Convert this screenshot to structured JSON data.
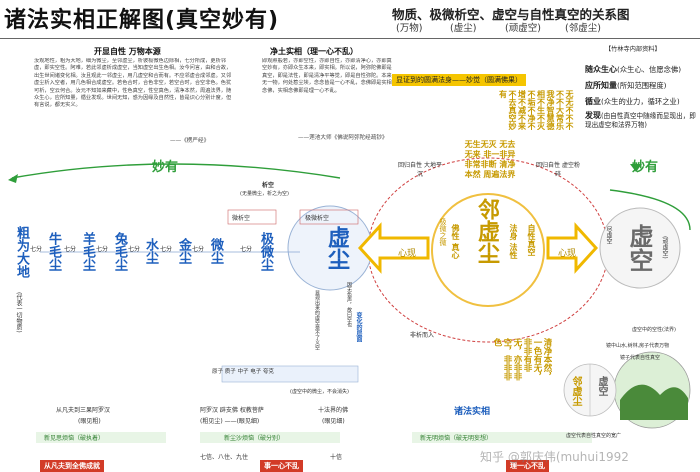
{
  "header": {
    "title": "诸法实相正解图(真空妙有)",
    "subtitle": "物质、极微析空、虚空与自性真空的关系图",
    "sub_labels": [
      "(万物)",
      "(虚尘)",
      "(顽虚空)",
      "(邻虚尘)"
    ]
  },
  "left_panel": {
    "title": "开显自性  万物本源",
    "body": "汝观地性，粗为大地，细为微尘，至邻虚尘，析彼极微色边际相，七分所成，更析邻虚，即实空性。阿难，若此邻虚析成虚空，当知虚空出生色相。汝今问言，由和合故，出生世间诸变化相。汝且观此一邻虚尘，用几虚空和合而有。不应邻虚合成邻虚。又邻虚尘析入空者，用几色相合成虚空。若色合时，合色非空，若空合时，合空非色。色犹可析，空云何合。汝元不知如来藏中，性色真空，性空真色，清净本然，周遍法界，随众生心，应所知量，循业发现。世间无知，惑为因缘及自然性，皆是识心分别计度，但有言说，都无实义。",
    "source": "——《楞严经》"
  },
  "middle_panel": {
    "title": "净土实相（理一心不乱）",
    "body": "即观照般若，亦即空性，亦即自性，亦即清净心，亦即真空妙有，亦即众生本来，即实相。所以说，阿弥陀佛即是真空，即是法性，即是清净平等觉，即是自性弥陀。本来无一物，何处惹尘埃，念念皆是一心不乱，念佛即是实相念佛，实相念佛即是理一心不乱。",
    "source": "——莲池大师《佛说阿弥陀经疏钞》"
  },
  "banner": "【竹林寺内部资料】",
  "glossary": [
    {
      "term": "随众生心",
      "gloss": "(众生心、信愿念佛)"
    },
    {
      "term": "应所知量",
      "gloss": "(所知范围程度)"
    },
    {
      "term": "循业",
      "gloss": "(众生的业力，循环之业)"
    },
    {
      "term": "发现",
      "gloss": "(由自性真空中随缘而显现出，即现出虚空和法界万物)"
    }
  ],
  "center": {
    "top_caption": "显证到的圆满法身——妙觉（圆满佛果）",
    "columns_text": "无无不不不不不大常乐我净智慧德相不生不灭不垢不净不增不减不来不去真空妙有",
    "big_label": "邻虚尘",
    "inner_left": "佛性 真心",
    "inner_top": "极微之微",
    "inner_right": "法身 法性",
    "inner_far_right": "自性真空",
    "lower_block": "无生无灭 无去无来 非一非异 非常非断 清净本然 周遍法界",
    "lower_block_2": "清净本然，一色有无，非非有非无，亦非非空，非非非色"
  },
  "left_chain": {
    "vertical_left": "粗为大地",
    "vertical_left_note": "(代表一切物质)",
    "items": [
      "牛毛尘",
      "羊毛尘",
      "兔毛尘",
      "水尘",
      "金尘",
      "微尘",
      "极微尘"
    ],
    "divider_label": "七分",
    "dust_big": "虚尘",
    "dust_note": "因无色声，故曰空也",
    "mo_you": "妙有",
    "xi_kong_top": "析空",
    "xi_kong_note": "(无量微尘，析之为空)",
    "wei_xi_kong": "微析空",
    "ji_wei_xi_kong": "极微析空",
    "xu_kong_note": "显现出来的虚空是不了义空",
    "bottom_left": "从凡夫到三果阿罗汉",
    "bottom_left_2": "(眼见粗)",
    "xin_jian": "新见思烦恼（破执着）",
    "bottom_red": "从凡夫到全佛成就",
    "mid_caption": "阿罗汉  辟支佛  权教菩萨",
    "mid_caption_2": "(粗见尘) ——(眼见细)",
    "shi_fa": "十法界的佛",
    "shi_fa_2": "(眼见细)",
    "chen_sha": "新尘沙烦恼（破分别）",
    "qi_xin": "七信、八住、九住",
    "shi_xin": "十信",
    "shi_li": "事一心不乱",
    "yuan_zi": "原子  质子  中子  电子  夸克",
    "bian_hua": "变化的层面",
    "xu_kong_2": "(虚空中的微尘，不会消失)"
  },
  "right_side": {
    "xu_kong_big": "虚空",
    "xu_kong_note": "(顽虚空)",
    "miao_you": "妙有",
    "jin_kong": "尽虚空",
    "hui_gui_left": "回归自性 大地平沉",
    "hui_gui_right": "回归自性 虚空粉碎",
    "xin_xian_left": "心现",
    "xin_xian_right": "心现",
    "fei_xi_left": "非析而入",
    "fei_xi_right": "非合而有",
    "zhu_fa": "诸法实相",
    "wu_ming": "新无明烦恼（破无明妄想）",
    "yi_xin": "理一心不乱",
    "lin_xu_small": "邻虚尘",
    "xu_kong_small": "虚空",
    "globe_caption": "虚空中的空性(法界)",
    "globe_caption_2": "镜中山水,树林,房子代表万物",
    "globe_caption_3": "镜子代表自性真空",
    "shi_fang": "虚空代表自性真空的宽广",
    "watermark": "知乎 @郭庆伟(muhui1992"
  },
  "colors": {
    "blue": "#1e5fbd",
    "gold": "#c79a00",
    "red": "#c0151c",
    "green": "#2f9e3a",
    "grey": "#8a8a8a"
  }
}
